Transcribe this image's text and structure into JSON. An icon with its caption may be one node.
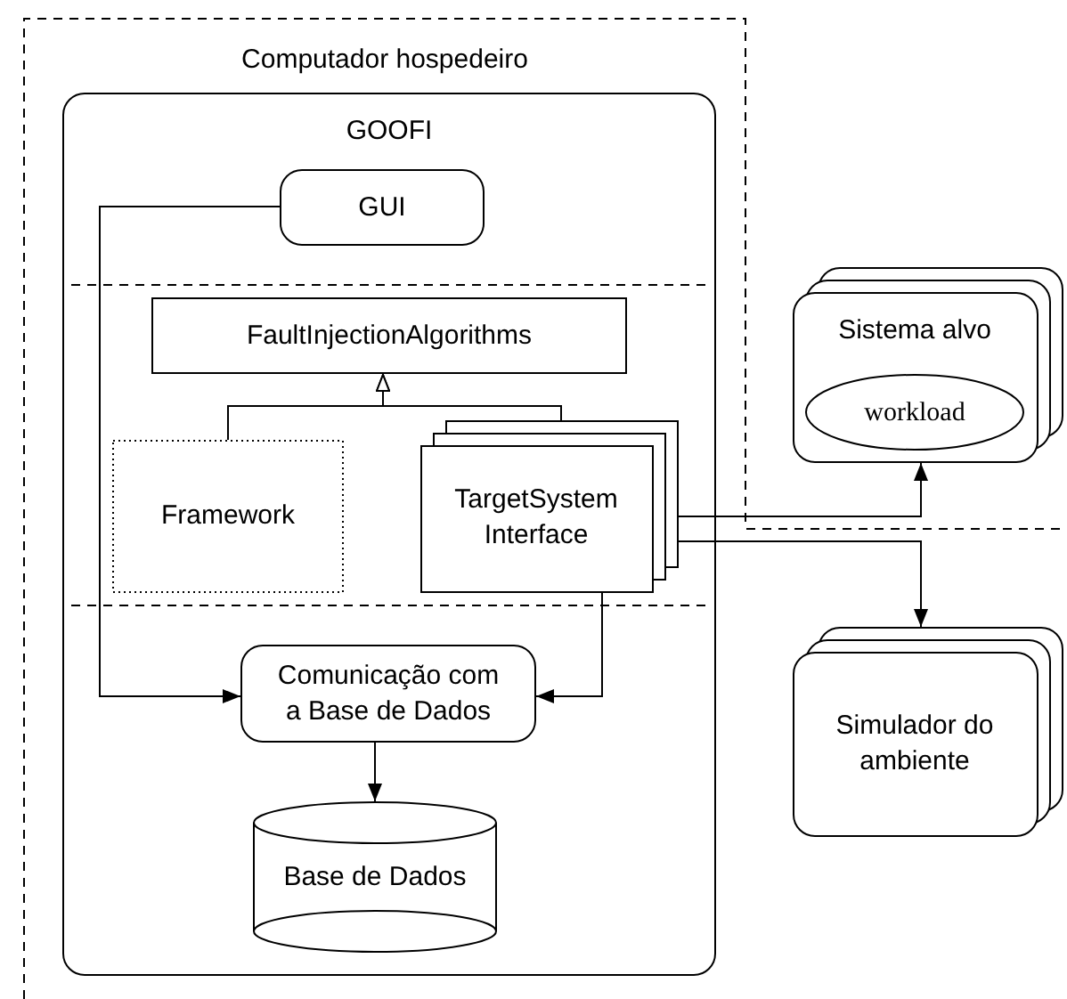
{
  "diagram": {
    "nodes": [
      {
        "text": [
          "Computador hospedeiro"
        ]
      },
      {
        "text": [
          "GOOFI"
        ],
        "in": 0
      },
      {
        "text": [
          "GUI"
        ],
        "in": 1
      },
      {
        "text": [
          "FaultInjectionAlgorithms"
        ],
        "in": 1
      },
      {
        "text": [
          "Framework"
        ],
        "in": 1
      },
      {
        "text": [
          "TargetSystem Interface"
        ],
        "in": 1
      },
      {
        "text": [
          "Comunicação com a Base de Dados"
        ],
        "in": 1
      },
      {
        "text": [
          "Base de Dados"
        ],
        "in": 1
      },
      {
        "text": [
          "Sistema alvo"
        ]
      },
      {
        "text": [
          "workload"
        ],
        "in": 8
      },
      {
        "text": [
          "Simulador do ambiente"
        ]
      }
    ],
    "edges": [
      {
        "from": 4,
        "to": 3,
        "arrow": "to"
      },
      {
        "from": 5,
        "to": 3,
        "arrow": "to"
      },
      {
        "from": 2,
        "to": 6,
        "arrow": "to"
      },
      {
        "from": 5,
        "to": 6,
        "arrow": "to"
      },
      {
        "from": 6,
        "to": 7,
        "arrow": "to"
      },
      {
        "from": 5,
        "to": 8,
        "arrow": "to"
      },
      {
        "from": 5,
        "to": 10,
        "arrow": "to"
      }
    ]
  }
}
